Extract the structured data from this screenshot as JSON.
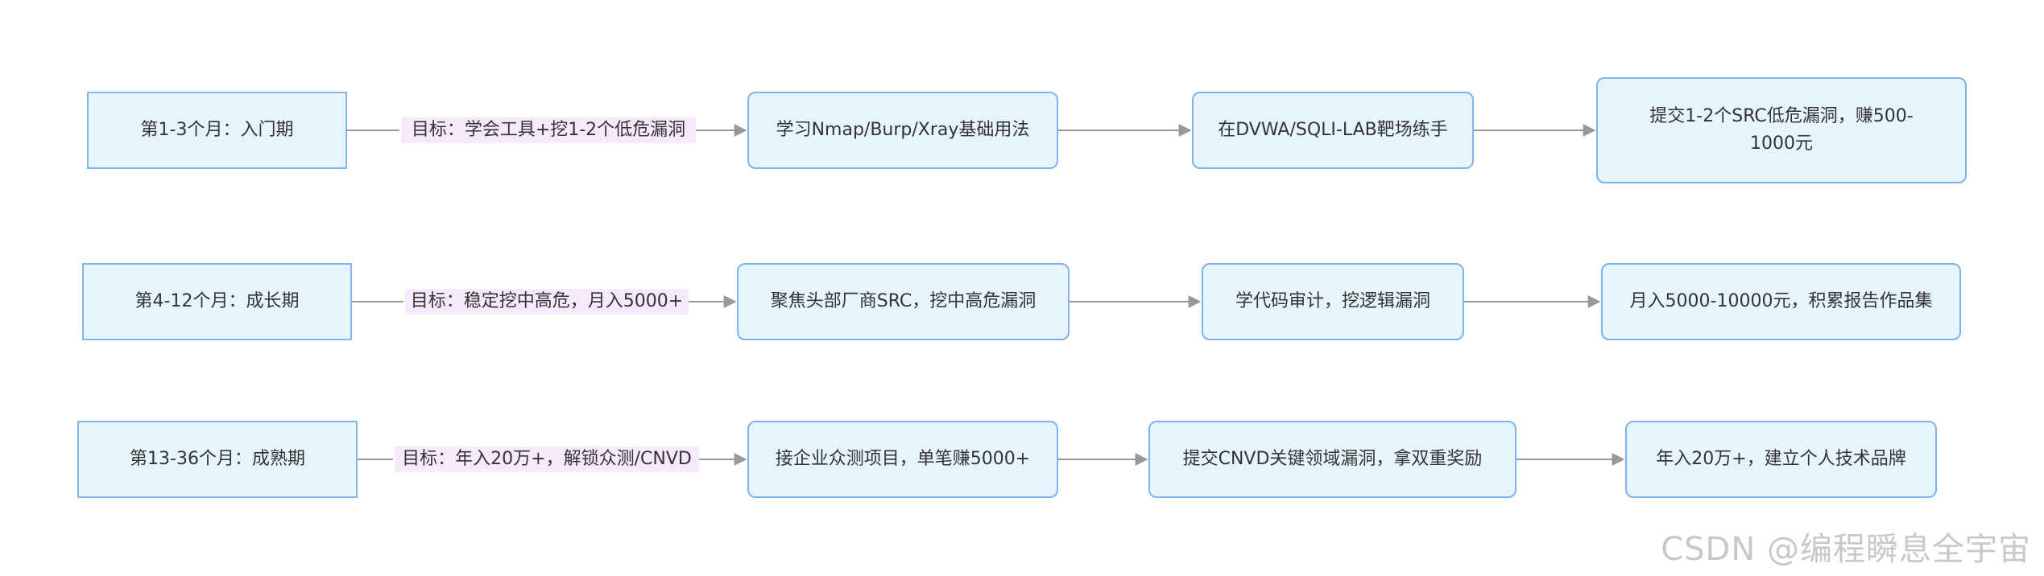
{
  "rows": [
    {
      "phase": "第1-3个月：入门期",
      "goal": "目标：学会工具+挖1-2个低危漏洞",
      "steps": [
        "学习Nmap/Burp/Xray基础用法",
        "在DVWA/SQLI-LAB靶场练手",
        "提交1-2个SRC低危漏洞，赚500-1000元"
      ]
    },
    {
      "phase": "第4-12个月：成长期",
      "goal": "目标：稳定挖中高危，月入5000+",
      "steps": [
        "聚焦头部厂商SRC，挖中高危漏洞",
        "学代码审计，挖逻辑漏洞",
        "月入5000-10000元，积累报告作品集"
      ]
    },
    {
      "phase": "第13-36个月：成熟期",
      "goal": "目标：年入20万+，解锁众测/CNVD",
      "steps": [
        "接企业众测项目，单笔赚5000+",
        "提交CNVD关键领域漏洞，拿双重奖励",
        "年入20万+，建立个人技术品牌"
      ]
    }
  ],
  "watermark": "CSDN @编程瞬息全宇宙",
  "colors": {
    "node_fill": "#e6f5fd",
    "node_border": "#7fb3ee",
    "label_fill": "#f6e9fb",
    "edge": "#999999",
    "text": "#333333"
  }
}
